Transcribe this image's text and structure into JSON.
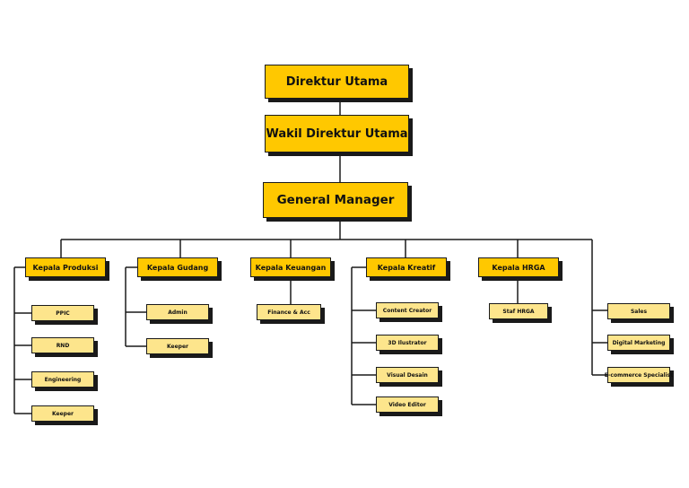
{
  "top": {
    "direktur": "Direktur Utama",
    "wakil": "Wakil Direktur Utama",
    "gm": "General Manager"
  },
  "departments": {
    "produksi": {
      "head": "Kepala Produksi",
      "staff": [
        "PPIC",
        "RND",
        "Engineering",
        "Keeper"
      ]
    },
    "gudang": {
      "head": "Kepala Gudang",
      "staff": [
        "Admin",
        "Keeper"
      ]
    },
    "keuangan": {
      "head": "Kepala Keuangan",
      "staff": [
        "Finance & Acc"
      ]
    },
    "kreatif": {
      "head": "Kepala Kreatif",
      "staff": [
        "Content Creator",
        "3D Ilustrator",
        "Visual Desain",
        "Video Editor"
      ]
    },
    "hrga": {
      "head": "Kepala HRGA",
      "staff": [
        "Staf HRGA"
      ]
    },
    "sales": {
      "staff": [
        "Sales",
        "Digital Marketing",
        "E-commerce Specialist"
      ]
    }
  },
  "colors": {
    "primary": "#ffc800",
    "secondary": "#fde58c",
    "line": "#1a1a1a"
  }
}
